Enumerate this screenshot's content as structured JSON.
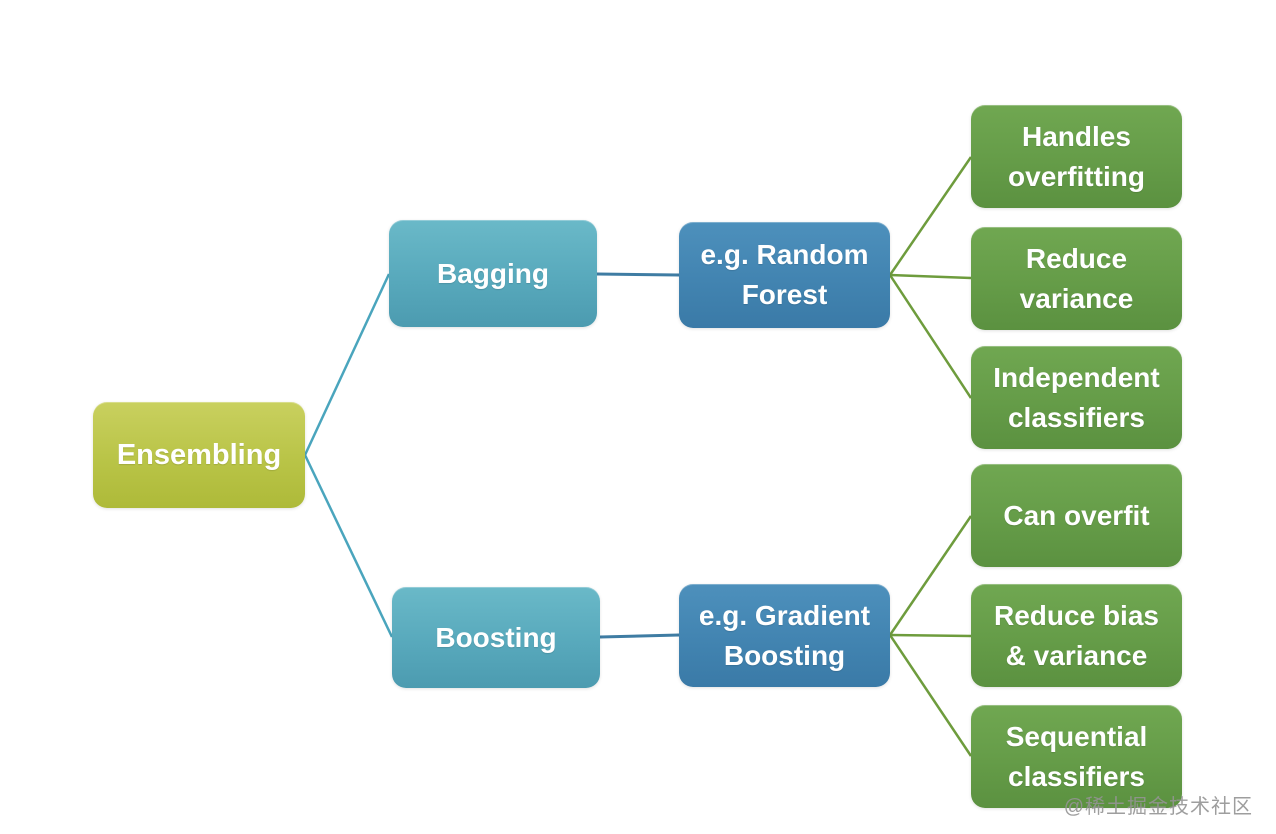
{
  "diagram": {
    "root": {
      "label": "Ensembling"
    },
    "branches": [
      {
        "label": "Bagging",
        "example": "e.g. Random\nForest",
        "leaves": [
          "Handles\noverfitting",
          "Reduce\nvariance",
          "Independent\nclassifiers"
        ]
      },
      {
        "label": "Boosting",
        "example": "e.g. Gradient\nBoosting",
        "leaves": [
          "Can overfit",
          "Reduce bias\n& variance",
          "Sequential\nclassifiers"
        ]
      }
    ],
    "colors": {
      "root_box": "#b9c447",
      "branch_box": "#58a9bc",
      "example_box": "#4284b1",
      "leaf_box": "#659c48",
      "line_teal": "#4aa5bd",
      "line_blue": "#3f7ca3",
      "line_green": "#6e9c3d",
      "text": "#ffffff"
    }
  },
  "watermark": {
    "text": "@稀土掘金技术社区"
  }
}
